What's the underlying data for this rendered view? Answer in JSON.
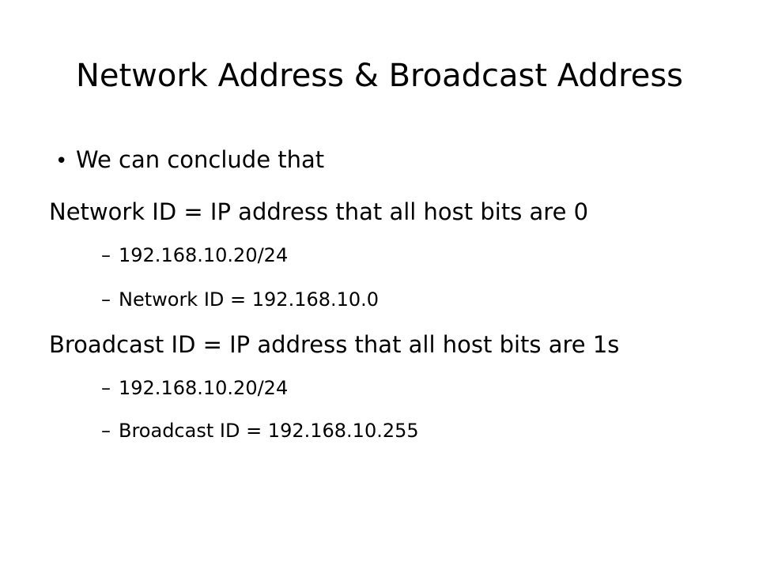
{
  "slide": {
    "title": "Network Address & Broadcast Address",
    "bullet_marker": "•",
    "dash_marker": "–",
    "lines": [
      {
        "text": "We can conclude that"
      },
      {
        "text": "Network ID =  IP address that all host bits are 0"
      },
      {
        "text": "192.168.10.20/24"
      },
      {
        "text": "Network ID = 192.168.10.0"
      },
      {
        "text": "Broadcast ID = IP address that all host bits are 1s"
      },
      {
        "text": "192.168.10.20/24"
      },
      {
        "text": "Broadcast ID = 192.168.10.255"
      }
    ]
  }
}
